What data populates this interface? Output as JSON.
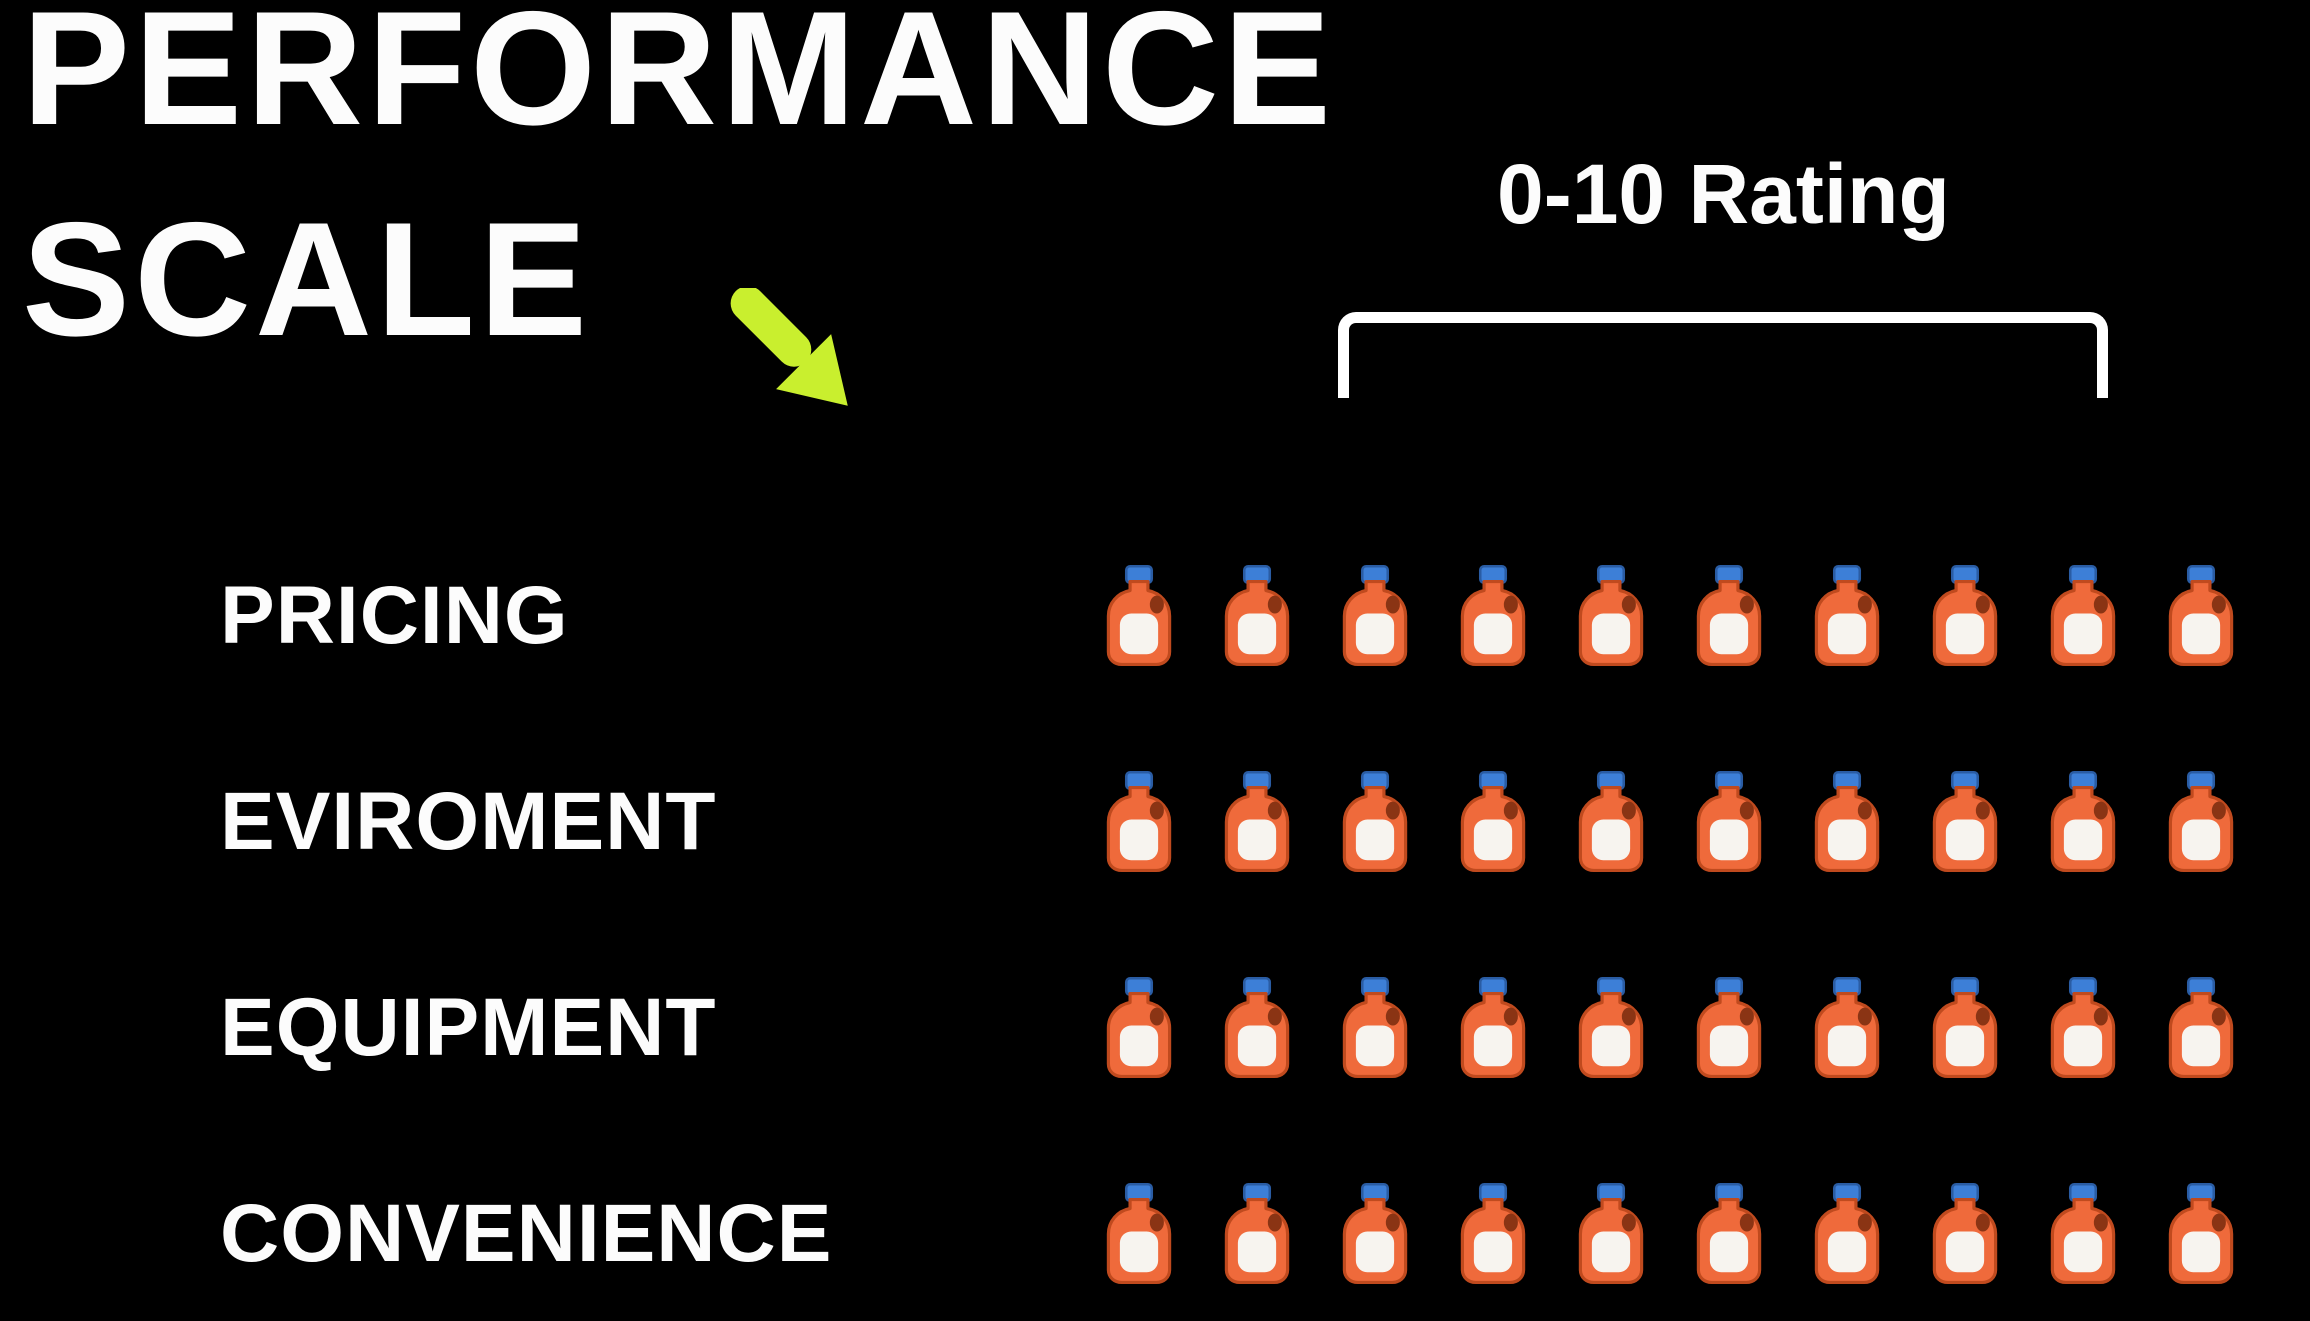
{
  "page": {
    "background": "#000000"
  },
  "title": {
    "line1": "PERFORMANCE",
    "line2": "SCALE"
  },
  "rating": {
    "label": "0-10 Rating"
  },
  "arrow_color": "#c9ef2e",
  "icon_colors": {
    "body": "#ef6a3b",
    "body_outline": "#c04a1e",
    "cap": "#3d7fd7",
    "cap_outline": "#2a5ca3",
    "label": "#f7f4ef",
    "handle_hole": "#8a3414"
  },
  "chart_data": {
    "type": "bar",
    "style": "pictogram",
    "title": "PERFORMANCE SCALE",
    "scale_label": "0-10 Rating",
    "icon": "detergent-bottle",
    "max_rating": 10,
    "categories": [
      "PRICING",
      "EVIROMENT",
      "EQUIPMENT",
      "CONVENIENCE"
    ],
    "values": [
      10,
      10,
      10,
      10
    ],
    "legend": "none",
    "grid": false
  }
}
